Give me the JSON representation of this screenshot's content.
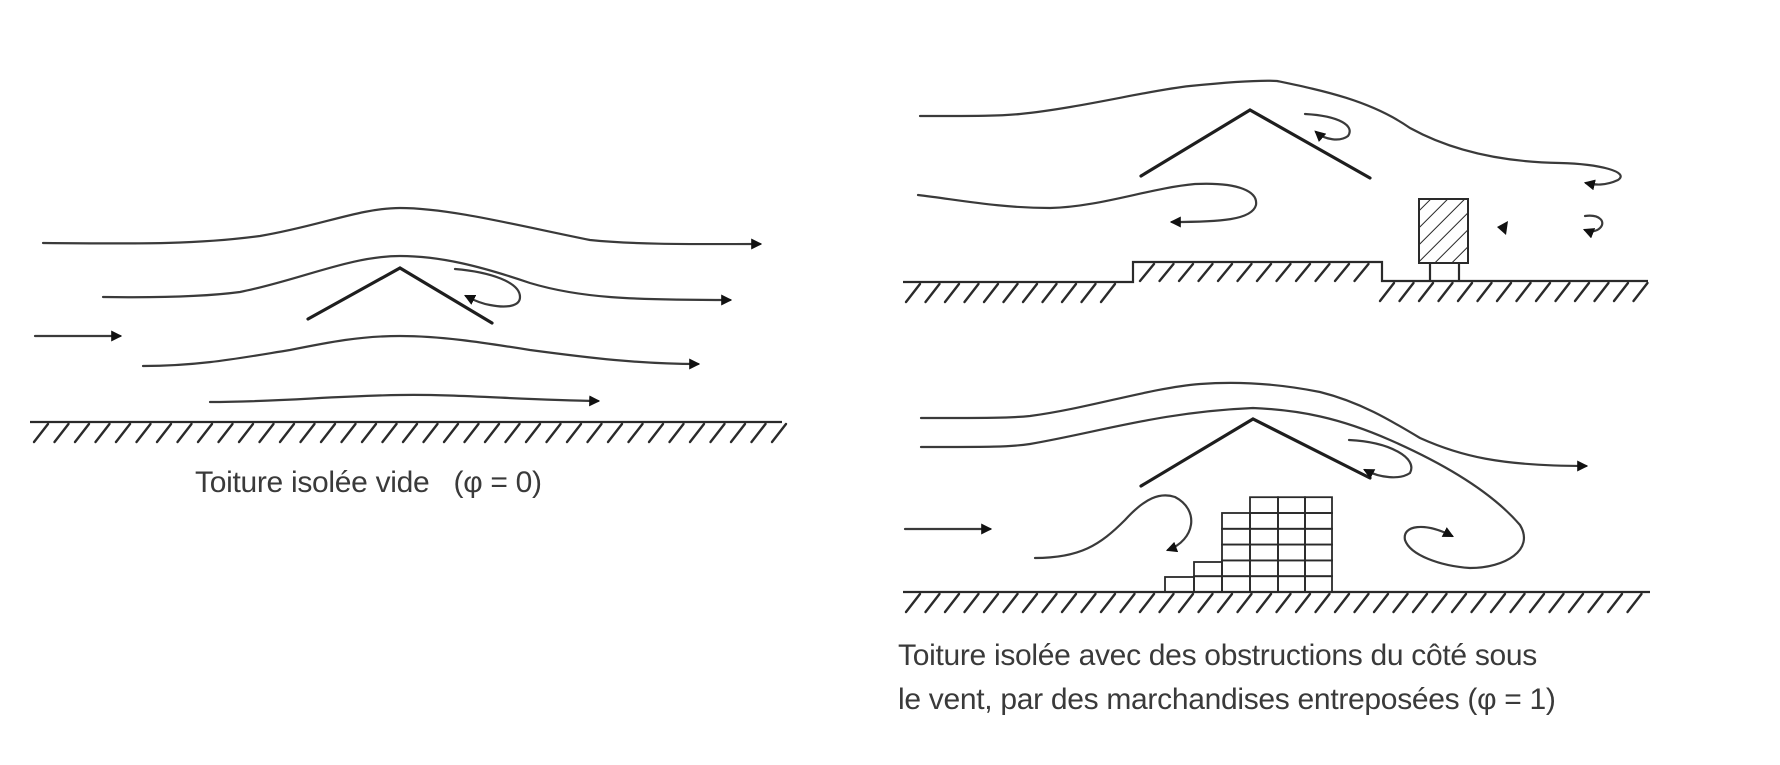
{
  "figure": {
    "panels": [
      {
        "id": "empty-canopy",
        "caption": "Toiture isolée vide   (φ = 0)",
        "blockage_phi": "0"
      },
      {
        "id": "canopy-ground-step",
        "caption": ""
      },
      {
        "id": "canopy-stored-goods",
        "caption_line_1": "Toiture isolée avec des obstructions du côté sous",
        "caption_line_2": "le vent, par des marchandises entreposées (φ = 1)",
        "blockage_phi": "1"
      }
    ],
    "colors": {
      "line": "#3a3a3a",
      "roof": "#1e1e1e",
      "text": "#3a3a3a",
      "background": "#ffffff"
    }
  }
}
